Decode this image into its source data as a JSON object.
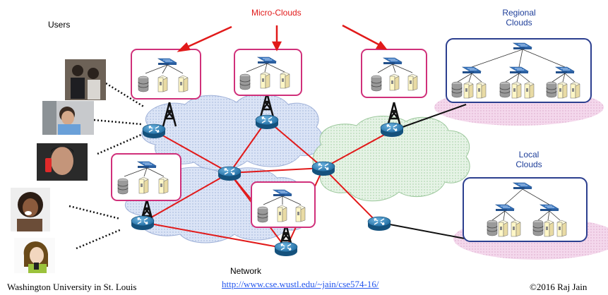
{
  "labels": {
    "users": "Users",
    "micro_clouds": "Micro-Clouds",
    "regional": [
      "Regional",
      "Clouds"
    ],
    "local": [
      "Local",
      "Clouds"
    ],
    "network": "Network"
  },
  "footer": {
    "left": "Washington University in St. Louis",
    "link": "http://www.cse.wustl.edu/~jain/cse574-16/",
    "right": "©2016 Raj Jain"
  },
  "colors": {
    "micro_box": "#d0307a",
    "cloud_box": "#2c3f8f",
    "red_link": "#e11a1a",
    "router": "#2a7fb5",
    "label_blue": "#1f3f9a",
    "footer_link": "#2255ee"
  }
}
